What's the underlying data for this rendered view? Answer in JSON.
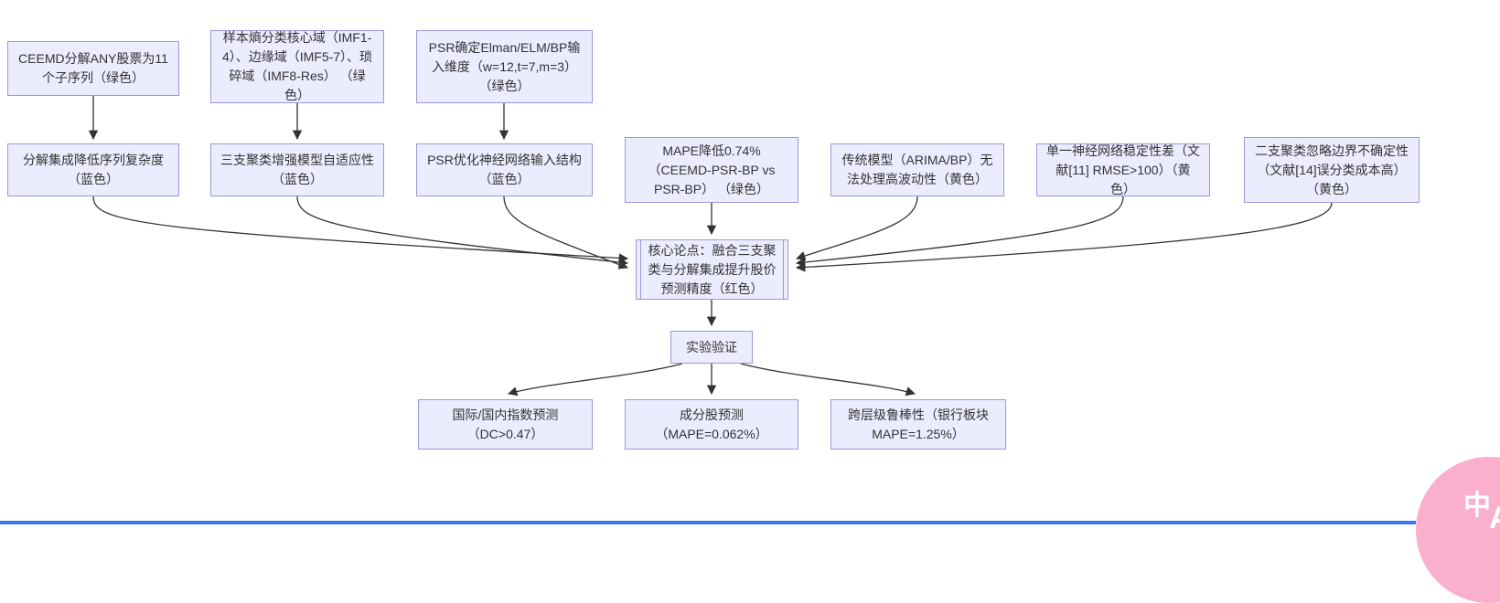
{
  "colors": {
    "node_fill": "#ECECFF",
    "node_border": "#9d97d9",
    "text": "#333333",
    "arrow": "#333333",
    "badge": "#f9afcd",
    "bottom_bar": "#3b76f0"
  },
  "nodes": {
    "ceemd_decompose": {
      "label": "CEEMD分解ANY股票为11个子序列（绿色）"
    },
    "sample_entropy": {
      "label": "样本熵分类核心域（IMF1-4）、边缘域（IMF5-7）、琐碎域（IMF8-Res） （绿色）"
    },
    "psr_dimension": {
      "label": "PSR确定Elman/ELM/BP输入维度（w=12,t=7,m=3） （绿色）"
    },
    "decompose_complexity": {
      "label": "分解集成降低序列复杂度（蓝色）"
    },
    "three_way_adaptive": {
      "label": "三支聚类增强模型自适应性（蓝色）"
    },
    "psr_structure": {
      "label": "PSR优化神经网络输入结构（蓝色）"
    },
    "mape_reduction": {
      "label": "MAPE降低0.74%（CEEMD-PSR-BP vs PSR-BP） （绿色）"
    },
    "traditional_limit": {
      "label": "传统模型（ARIMA/BP）无法处理高波动性（黄色）"
    },
    "single_nn_unstable": {
      "label": "单一神经网络稳定性差（文献[11] RMSE>100）（黄色）"
    },
    "two_way_limit": {
      "label": "二支聚类忽略边界不确定性（文献[14]误分类成本高）（黄色）"
    },
    "core_thesis": {
      "label": "核心论点：融合三支聚类与分解集成提升股价预测精度（红色）"
    },
    "experiment": {
      "label": "实验验证"
    },
    "index_prediction": {
      "label": "国际/国内指数预测（DC>0.47）"
    },
    "constituent_prediction": {
      "label": "成分股预测（MAPE=0.062%）"
    },
    "robustness": {
      "label": "跨层级鲁棒性（银行板块 MAPE=1.25%）"
    }
  },
  "badge": {
    "label_zh": "中",
    "label_en": "A"
  }
}
